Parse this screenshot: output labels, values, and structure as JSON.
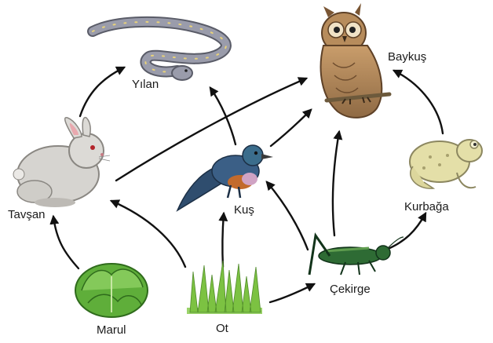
{
  "labels": {
    "snake": "Yılan",
    "owl": "Baykuş",
    "rabbit": "Tavşan",
    "bird": "Kuş",
    "frog": "Kurbağa",
    "grasshopper": "Çekirge",
    "lettuce": "Marul",
    "grass": "Ot"
  },
  "organisms": [
    {
      "id": "lettuce",
      "icon": "lettuce-icon",
      "eaten_by": [
        "rabbit"
      ]
    },
    {
      "id": "grass",
      "icon": "grass-icon",
      "eaten_by": [
        "rabbit",
        "bird",
        "grasshopper"
      ]
    },
    {
      "id": "grasshopper",
      "icon": "grasshopper-icon",
      "eaten_by": [
        "bird",
        "owl",
        "frog"
      ]
    },
    {
      "id": "rabbit",
      "icon": "rabbit-icon",
      "eaten_by": [
        "snake",
        "owl"
      ]
    },
    {
      "id": "bird",
      "icon": "bird-icon",
      "eaten_by": [
        "snake",
        "owl"
      ]
    },
    {
      "id": "frog",
      "icon": "frog-icon",
      "eaten_by": [
        "owl"
      ]
    },
    {
      "id": "snake",
      "icon": "snake-icon",
      "eaten_by": []
    },
    {
      "id": "owl",
      "icon": "owl-icon",
      "eaten_by": []
    }
  ],
  "colors": {
    "arrow": "#111111",
    "grass": "#7cc242",
    "lettuce": "#5fae3a",
    "snake": "#9a9cab",
    "owl": "#b78c5c",
    "rabbit": "#d6d4d0",
    "bird": "#3b5f86",
    "frog": "#e4dfa8",
    "grasshopper": "#2e6b34"
  }
}
